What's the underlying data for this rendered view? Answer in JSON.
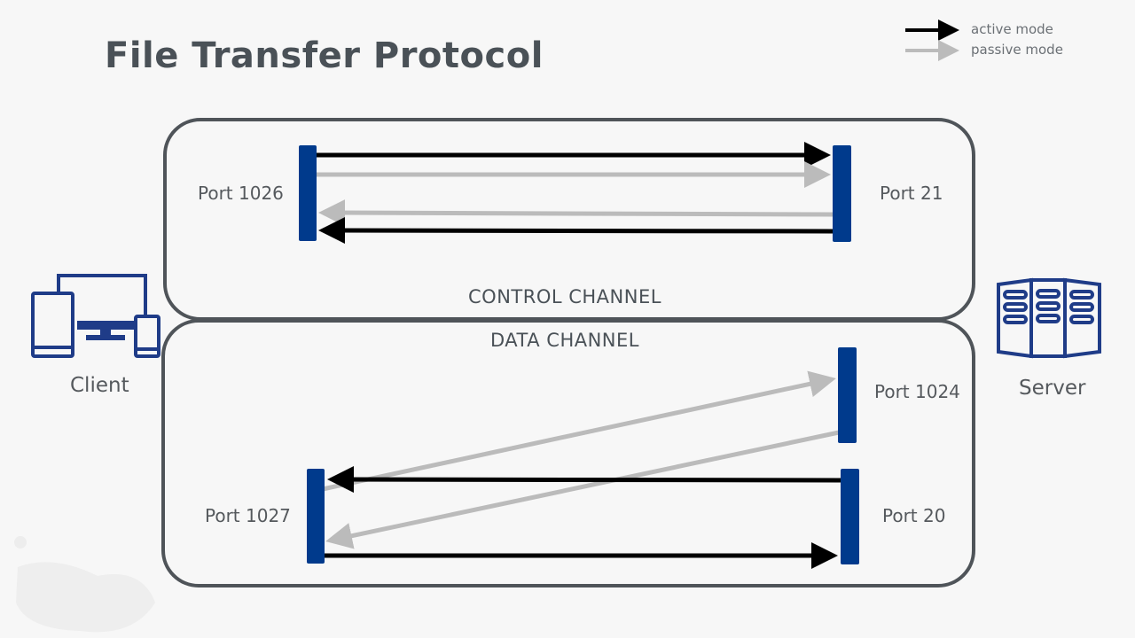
{
  "title": "File Transfer Protocol",
  "legend": {
    "active": "active mode",
    "passive": "passive mode"
  },
  "control_channel": {
    "label": "CONTROL CHANNEL",
    "client_port": "Port 1026",
    "server_port": "Port 21"
  },
  "data_channel": {
    "label": "DATA CHANNEL",
    "client_port": "Port 1027",
    "server_port_active": "Port 20",
    "server_port_passive": "Port 1024"
  },
  "nodes": {
    "client": "Client",
    "server": "Server"
  },
  "colors": {
    "active": "#000000",
    "passive": "#bbbbbb",
    "port_bar": "#003a8c",
    "icon": "#1f3c88",
    "box_stroke": "#4f5459"
  }
}
